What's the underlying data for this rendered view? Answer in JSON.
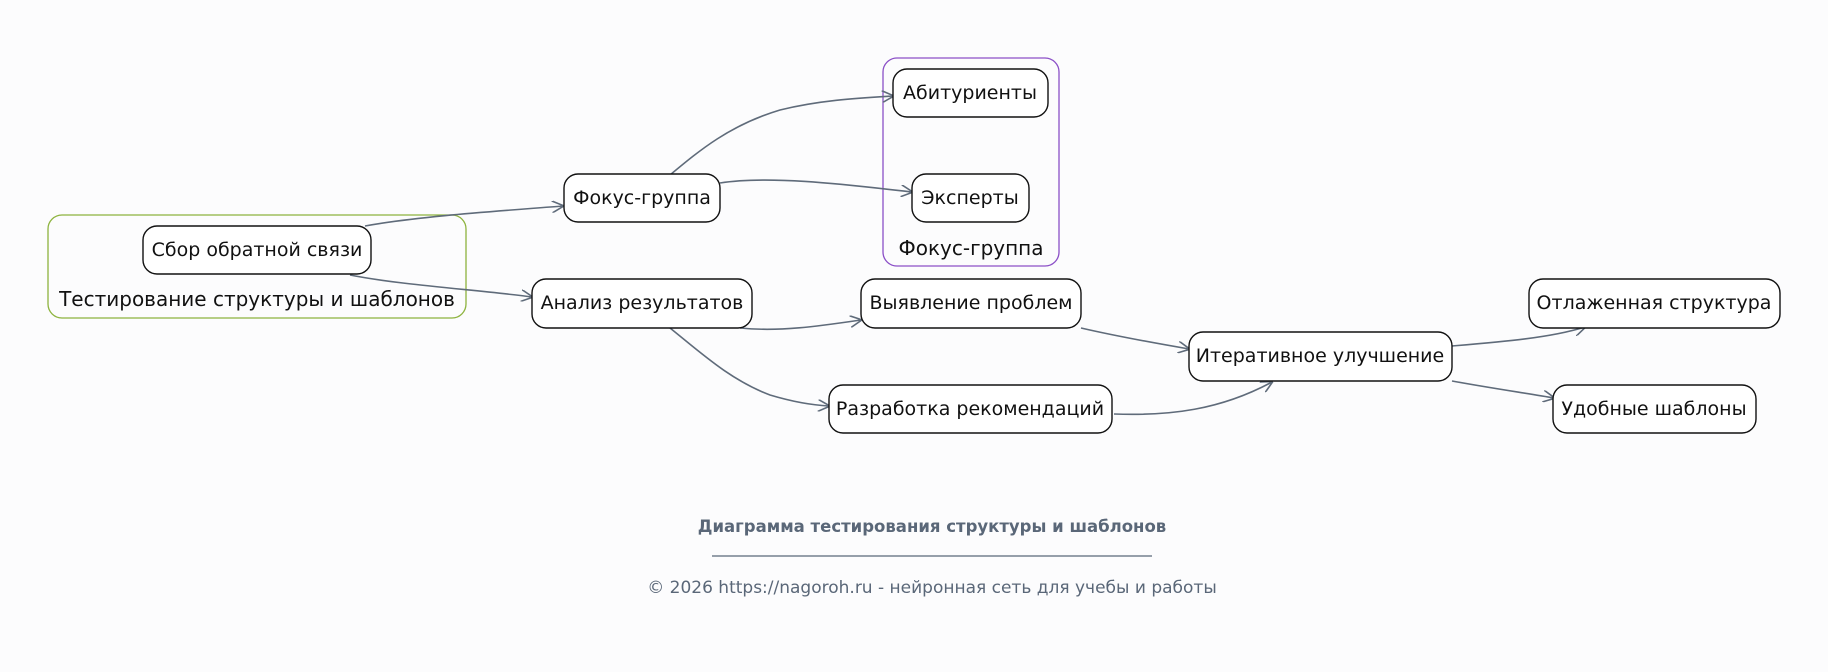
{
  "diagram": {
    "clusters": {
      "testing": {
        "label": "Тестирование структуры и шаблонов",
        "color": "#8db33e"
      },
      "focus": {
        "label": "Фокус-группа",
        "color": "#8b4fc7"
      }
    },
    "nodes": {
      "feedback": "Сбор обратной связи",
      "focus_group": "Фокус-группа",
      "applicants": "Абитуриенты",
      "experts": "Эксперты",
      "analysis": "Анализ результатов",
      "problems": "Выявление проблем",
      "recommendations": "Разработка рекомендаций",
      "iterative": "Итеративное улучшение",
      "debugged": "Отлаженная структура",
      "templates": "Удобные шаблоны"
    },
    "edges": [
      {
        "from": "Сбор обратной связи",
        "to": "Фокус-группа"
      },
      {
        "from": "Сбор обратной связи",
        "to": "Анализ результатов"
      },
      {
        "from": "Фокус-группа",
        "to": "Абитуриенты"
      },
      {
        "from": "Фокус-группа",
        "to": "Эксперты"
      },
      {
        "from": "Анализ результатов",
        "to": "Выявление проблем"
      },
      {
        "from": "Анализ результатов",
        "to": "Разработка рекомендаций"
      },
      {
        "from": "Выявление проблем",
        "to": "Итеративное улучшение"
      },
      {
        "from": "Разработка рекомендаций",
        "to": "Итеративное улучшение"
      },
      {
        "from": "Итеративное улучшение",
        "to": "Отлаженная структура"
      },
      {
        "from": "Итеративное улучшение",
        "to": "Удобные шаблоны"
      }
    ],
    "edge_color": "#5f6b7a"
  },
  "footer": {
    "title": "Диаграмма тестирования структуры и шаблонов",
    "copyright": "© 2026 https://nagoroh.ru - нейронная сеть для учебы и работы",
    "text_color": "#5a6778"
  }
}
